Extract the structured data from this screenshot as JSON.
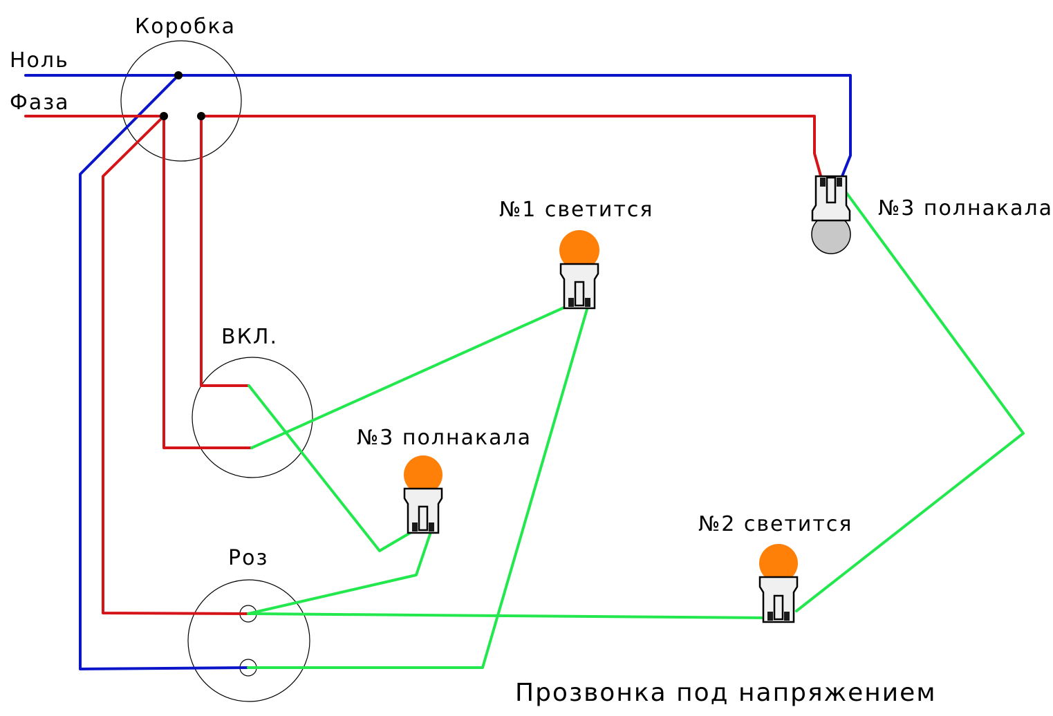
{
  "title": "Прозвонка под напряжением",
  "labels": {
    "box": "Коробка",
    "neutral": "Ноль",
    "phase": "Фаза",
    "switch": "ВКЛ.",
    "socket": "Роз"
  },
  "colors": {
    "neutral": "#0a14c8",
    "phase": "#d41418",
    "probe": "#22e84e",
    "bulb_on": "#ff8008",
    "bulb_off": "#c8c8c8"
  },
  "lamps": [
    {
      "id": "lamp-1",
      "label": "№1 светится",
      "state": "on"
    },
    {
      "id": "lamp-3-center",
      "label": "№3 полнакала",
      "state": "on"
    },
    {
      "id": "lamp-3-right",
      "label": "№3 полнакала",
      "state": "off"
    },
    {
      "id": "lamp-2",
      "label": "№2 светится",
      "state": "on"
    }
  ],
  "components": [
    {
      "id": "junction-box",
      "label": "Коробка"
    },
    {
      "id": "switch",
      "label": "ВКЛ."
    },
    {
      "id": "socket",
      "label": "Роз"
    }
  ]
}
